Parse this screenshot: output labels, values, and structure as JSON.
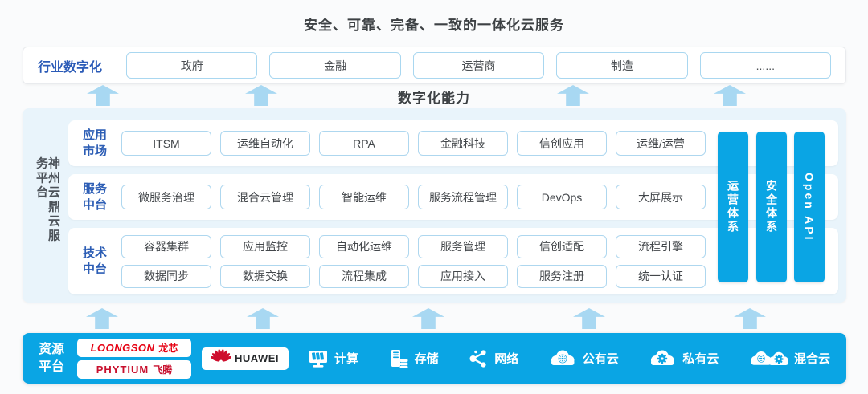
{
  "title": "安全、可靠、完备、一致的一体化云服务",
  "capability_label": "数字化能力",
  "colors": {
    "accent_blue": "#0aa5e4",
    "arrow_blue": "#a8d8f2",
    "panel_bg": "#e9f4fb",
    "heading_blue": "#2b5bb7",
    "box_border": "#aed7ef",
    "text_dark": "#3f4449",
    "loongson_red": "#e60012",
    "huawei_red": "#ce0e2d"
  },
  "industry": {
    "label": "行业数字化",
    "items": [
      "政府",
      "金融",
      "运营商",
      "制造",
      "......"
    ]
  },
  "platform": {
    "side_label": "神州云鼎云服务平台",
    "rows": [
      {
        "label_lines": [
          "应用",
          "市场"
        ],
        "lines": [
          [
            "ITSM",
            "运维自动化",
            "RPA",
            "金融科技",
            "信创应用",
            "运维/运营"
          ]
        ]
      },
      {
        "label_lines": [
          "服务",
          "中台"
        ],
        "lines": [
          [
            "微服务治理",
            "混合云管理",
            "智能运维",
            "服务流程管理",
            "DevOps",
            "大屏展示"
          ]
        ]
      },
      {
        "label_lines": [
          "技术",
          "中台"
        ],
        "lines": [
          [
            "容器集群",
            "应用监控",
            "自动化运维",
            "服务管理",
            "信创适配",
            "流程引擎"
          ],
          [
            "数据同步",
            "数据交换",
            "流程集成",
            "应用接入",
            "服务注册",
            "统一认证"
          ]
        ]
      }
    ],
    "pillars": [
      "运营体系",
      "安全体系",
      "Open API"
    ]
  },
  "resource_bar": {
    "label_lines": [
      "资源",
      "平台"
    ],
    "vendors": [
      {
        "en": "LOONGSON",
        "cn": "龙芯"
      },
      {
        "en": "PHYTIUM",
        "cn": "飞腾"
      },
      {
        "en": "HUAWEI",
        "cn": ""
      }
    ],
    "resources": [
      {
        "icon": "compute-icon",
        "label": "计算"
      },
      {
        "icon": "storage-icon",
        "label": "存储"
      },
      {
        "icon": "network-icon",
        "label": "网络"
      },
      {
        "icon": "public-cloud-icon",
        "label": "公有云"
      },
      {
        "icon": "private-cloud-icon",
        "label": "私有云"
      },
      {
        "icon": "hybrid-cloud-icon",
        "label": "混合云"
      }
    ]
  }
}
